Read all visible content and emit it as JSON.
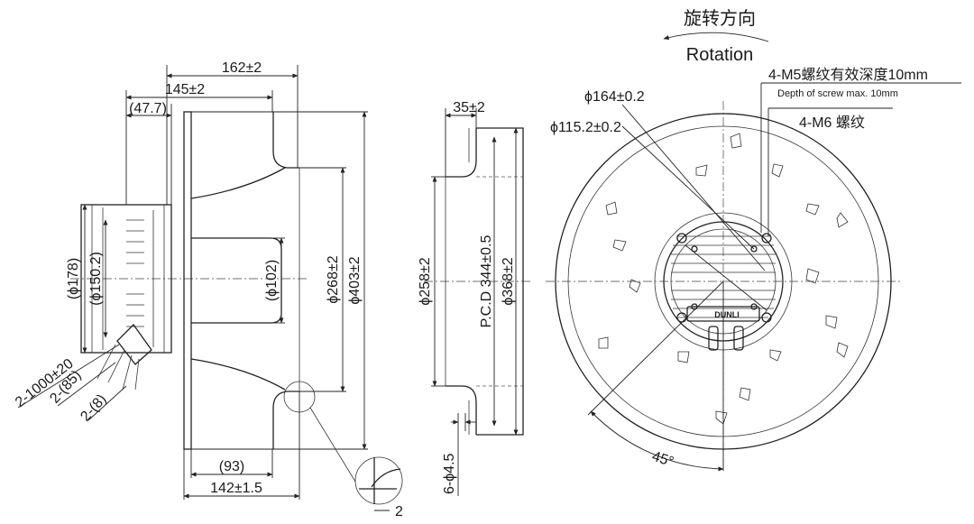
{
  "title_cn": "旋转方向",
  "title_en": "Rotation",
  "side_view": {
    "dim_162": "162±2",
    "dim_145": "145±2",
    "dim_47": "(47.7)",
    "dim_178": "(ϕ178)",
    "dim_150": "(ϕ150.2)",
    "dim_102": "(ϕ102)",
    "dim_268": "ϕ268±2",
    "dim_403": "ϕ403±2",
    "dim_93": "(93)",
    "dim_142": "142±1.5",
    "cable_1000": "2-1000±20",
    "cable_85": "2-(85)",
    "cable_8": "2-(8)",
    "detail_2": "2"
  },
  "section_view": {
    "dim_35": "35±2",
    "dim_258": "ϕ258±2",
    "dim_pcd": "P.C.D 344±0.5",
    "dim_368": "ϕ368±2",
    "holes": "6-ϕ4.5"
  },
  "front_view": {
    "screw_m5": "4-M5螺纹有效深度10mm",
    "screw_depth": "Depth of screw max. 10mm",
    "screw_m6": "4-M6 螺纹",
    "dim_164": "ϕ164±0.2",
    "dim_115": "ϕ115.2±0.2",
    "angle_45": "45°",
    "logo": "DUNLI"
  }
}
